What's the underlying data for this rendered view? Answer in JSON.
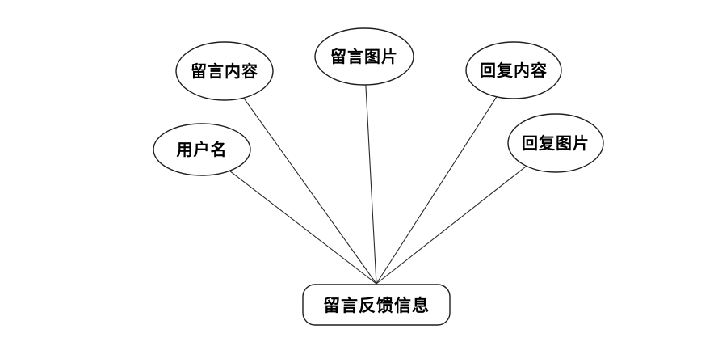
{
  "diagram": {
    "type": "er-attribute-diagram",
    "center_node": {
      "label": "留言反馈信息",
      "shape": "rounded-rectangle"
    },
    "attribute_nodes": [
      {
        "label": "留言内容",
        "shape": "ellipse"
      },
      {
        "label": "留言图片",
        "shape": "ellipse"
      },
      {
        "label": "回复内容",
        "shape": "ellipse"
      },
      {
        "label": "用户名",
        "shape": "ellipse"
      },
      {
        "label": "回复图片",
        "shape": "ellipse"
      }
    ],
    "connector_count": 5,
    "colors": {
      "background": "#ffffff",
      "node_fill": "#ffffff",
      "stroke": "#1f1f1f",
      "text": "#000000"
    }
  }
}
